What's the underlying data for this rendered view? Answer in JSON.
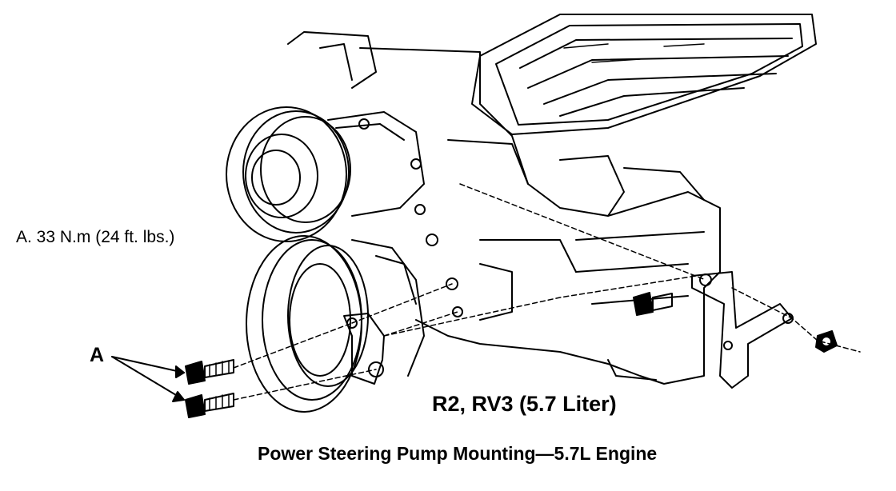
{
  "labels": {
    "torque_spec": "A. 33 N.m (24 ft. lbs.)",
    "callout": "A",
    "model": "R2, RV3 (5.7 Liter)",
    "caption": "Power Steering Pump Mounting—5.7L Engine"
  },
  "colors": {
    "ink": "#000000",
    "paper": "#ffffff"
  }
}
